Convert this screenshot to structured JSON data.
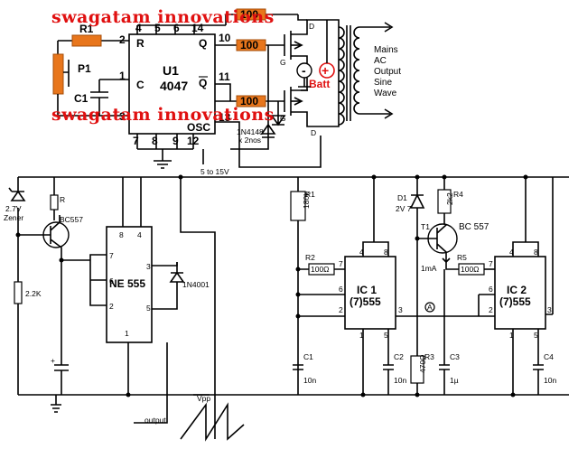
{
  "watermark": "swagatam innovations",
  "top_section": {
    "u1": {
      "name": "U1",
      "part": "4047",
      "pin_r": "R",
      "pin_c": "C",
      "pin_q": "Q",
      "pin_qbar": "Q",
      "pin_osc": "OSC",
      "pins": {
        "p2": "2",
        "p4": "4",
        "p5": "5",
        "p6": "6",
        "p14": "14",
        "p1": "1",
        "p3": "3",
        "p10": "10",
        "p11": "11",
        "p13": "13",
        "p7": "7",
        "p8": "8",
        "p9": "9",
        "p12": "12"
      }
    },
    "r1": "R1",
    "p1": "P1",
    "c1": "C1",
    "res_top": "100",
    "res_q": "100",
    "res_qbar": "100",
    "mosfet_g": "G",
    "mosfet_d": "D",
    "batt": "Batt",
    "minus": "-",
    "plus": "+",
    "mains": [
      "Mains",
      "AC",
      "Output",
      "Sine",
      "Wave"
    ],
    "diode_note": [
      "1N4148",
      "x 2nos"
    ],
    "supply": "5 to 15V"
  },
  "left_section": {
    "zener": [
      "2.7V",
      "Zener"
    ],
    "r": "R",
    "bc557": "BC557",
    "r22k": "2.2K",
    "cap_plus": "+",
    "ne555": "NE 555",
    "pin8": "8",
    "pin4": "4",
    "pin7": "7",
    "pin6": "6",
    "pin2": "2",
    "pin3": "3",
    "pin5": "5",
    "pin1": "1",
    "diode": "1N4001",
    "vpp": "Vpp",
    "output": "output"
  },
  "right_section": {
    "r1_label": "R1",
    "r1_val": "180k",
    "r2_label": "R2",
    "r2_val": "100Ω",
    "d1_label": "D1",
    "d1_val": "2V 7",
    "r4_label": "R4",
    "r4_val": "2k2",
    "t1_label": "T1",
    "t1_part": "BC 557",
    "ma": "1mA",
    "r5_label": "R5",
    "r5_val": "100Ω",
    "ic1": [
      "IC 1",
      "(7)555"
    ],
    "ic2": [
      "IC 2",
      "(7)555"
    ],
    "node_a": "A",
    "r3_label": "R3",
    "r3_val": "470Ω",
    "c1_label": "C1",
    "c1_val": "10n",
    "c2_label": "C2",
    "c2_val": "10n",
    "c3_label": "C3",
    "c3_val": "1µ",
    "c4_label": "C4",
    "c4_val": "10n",
    "ic1_pins": {
      "p4": "4",
      "p8": "8",
      "p7": "7",
      "p6": "6",
      "p2": "2",
      "p3": "3",
      "p1": "1",
      "p5": "5"
    },
    "ic2_pins": {
      "p4": "4",
      "p8": "8",
      "p7": "7",
      "p6": "6",
      "p2": "2",
      "p3": "3",
      "p1": "1",
      "p5": "5"
    }
  }
}
